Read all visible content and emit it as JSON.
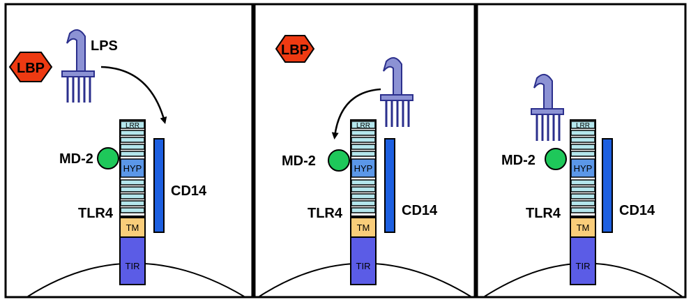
{
  "colors": {
    "lbp": "#ee3a12",
    "lps": "#8c92d4",
    "lps_stroke": "#2b2f8c",
    "md2": "#1ec85a",
    "lrr": "#b4e6ec",
    "hyp": "#5b97e8",
    "tm": "#f9cd7a",
    "tir": "#5b5ce6",
    "cd14": "#1d5fe0"
  },
  "panels": [
    {
      "lbp_label": "LBP",
      "lps_label": "LPS",
      "md2_label": "MD-2",
      "tlr4_label": "TLR4",
      "cd14_label": "CD14",
      "lrr_label": "LRR",
      "hyp_label": "HYP",
      "tm_label": "TM",
      "tir_label": "TIR"
    },
    {
      "lbp_label": "LBP",
      "md2_label": "MD-2",
      "tlr4_label": "TLR4",
      "cd14_label": "CD14",
      "lrr_label": "LRR",
      "hyp_label": "HYP",
      "tm_label": "TM",
      "tir_label": "TIR"
    },
    {
      "md2_label": "MD-2",
      "tlr4_label": "TLR4",
      "cd14_label": "CD14",
      "lrr_label": "LRR",
      "hyp_label": "HYP",
      "tm_label": "TM",
      "tir_label": "TIR"
    }
  ]
}
